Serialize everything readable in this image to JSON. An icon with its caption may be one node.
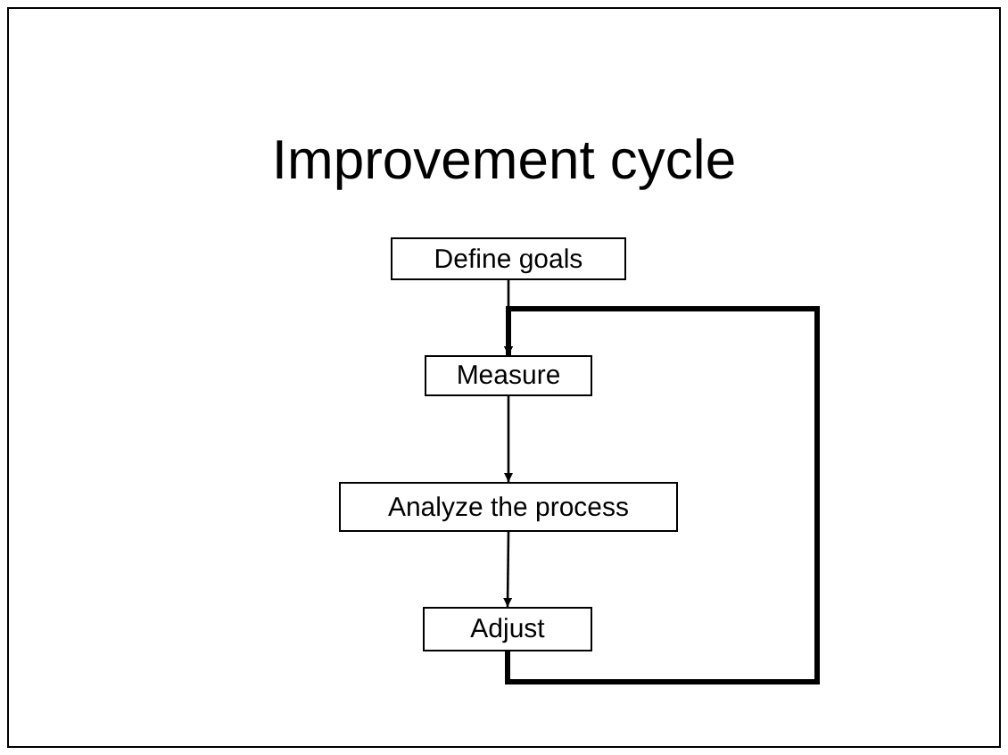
{
  "diagram": {
    "title": "Improvement cycle",
    "nodes": [
      {
        "text": [
          "Define goals"
        ]
      },
      {
        "text": [
          "Measure"
        ]
      },
      {
        "text": [
          "Analyze the process"
        ]
      },
      {
        "text": [
          "Adjust"
        ]
      }
    ],
    "edges": [
      {
        "from": 0,
        "to": 1,
        "arrow": "to"
      },
      {
        "from": 1,
        "to": 2,
        "arrow": "to"
      },
      {
        "from": 2,
        "to": 3,
        "arrow": "to"
      },
      {
        "from": 3,
        "to": 1,
        "arrow": "to",
        "style": "thick"
      }
    ]
  }
}
